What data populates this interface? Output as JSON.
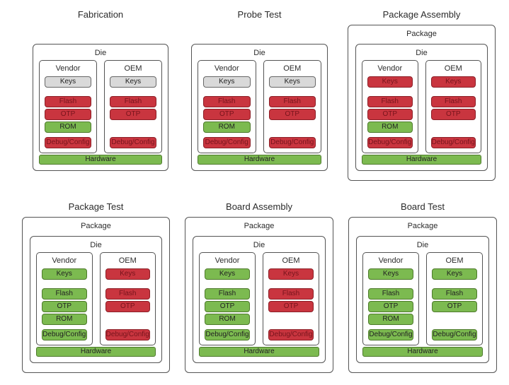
{
  "colors": {
    "red_fill": "#c9353f",
    "red_border": "#8c1f27",
    "red_text": "#77141c",
    "green_fill": "#7cba50",
    "green_border": "#4e7a2c",
    "gray_fill": "#d9d9d9",
    "gray_border": "#676767",
    "outline": "#545454",
    "text": "#222222",
    "background": "#ffffff"
  },
  "labels": {
    "package": "Package",
    "die": "Die",
    "vendor": "Vendor",
    "oem": "OEM",
    "keys": "Keys",
    "flash": "Flash",
    "otp": "OTP",
    "rom": "ROM",
    "debug": "Debug/Config",
    "hardware": "Hardware"
  },
  "stages": [
    {
      "title": "Fabrication",
      "package": false,
      "vendor": {
        "keys": "gray",
        "flash": "red",
        "otp": "red",
        "rom": "green",
        "debug": "red"
      },
      "oem": {
        "keys": "gray",
        "flash": "red",
        "otp": "red",
        "rom": null,
        "debug": "red"
      },
      "hardware": "green"
    },
    {
      "title": "Probe Test",
      "package": false,
      "vendor": {
        "keys": "gray",
        "flash": "red",
        "otp": "red",
        "rom": "green",
        "debug": "red"
      },
      "oem": {
        "keys": "gray",
        "flash": "red",
        "otp": "red",
        "rom": null,
        "debug": "red"
      },
      "hardware": "green"
    },
    {
      "title": "Package Assembly",
      "package": true,
      "vendor": {
        "keys": "red",
        "flash": "red",
        "otp": "red",
        "rom": "green",
        "debug": "red"
      },
      "oem": {
        "keys": "red",
        "flash": "red",
        "otp": "red",
        "rom": null,
        "debug": "red"
      },
      "hardware": "green"
    },
    {
      "title": "Package Test",
      "package": true,
      "vendor": {
        "keys": "green",
        "flash": "green",
        "otp": "green",
        "rom": "green",
        "debug": "green"
      },
      "oem": {
        "keys": "red",
        "flash": "red",
        "otp": "red",
        "rom": null,
        "debug": "red"
      },
      "hardware": "green"
    },
    {
      "title": "Board Assembly",
      "package": true,
      "vendor": {
        "keys": "green",
        "flash": "green",
        "otp": "green",
        "rom": "green",
        "debug": "green"
      },
      "oem": {
        "keys": "red",
        "flash": "red",
        "otp": "red",
        "rom": null,
        "debug": "red"
      },
      "hardware": "green"
    },
    {
      "title": "Board Test",
      "package": true,
      "vendor": {
        "keys": "green",
        "flash": "green",
        "otp": "green",
        "rom": "green",
        "debug": "green"
      },
      "oem": {
        "keys": "green",
        "flash": "green",
        "otp": "green",
        "rom": null,
        "debug": "green"
      },
      "hardware": "green"
    }
  ]
}
